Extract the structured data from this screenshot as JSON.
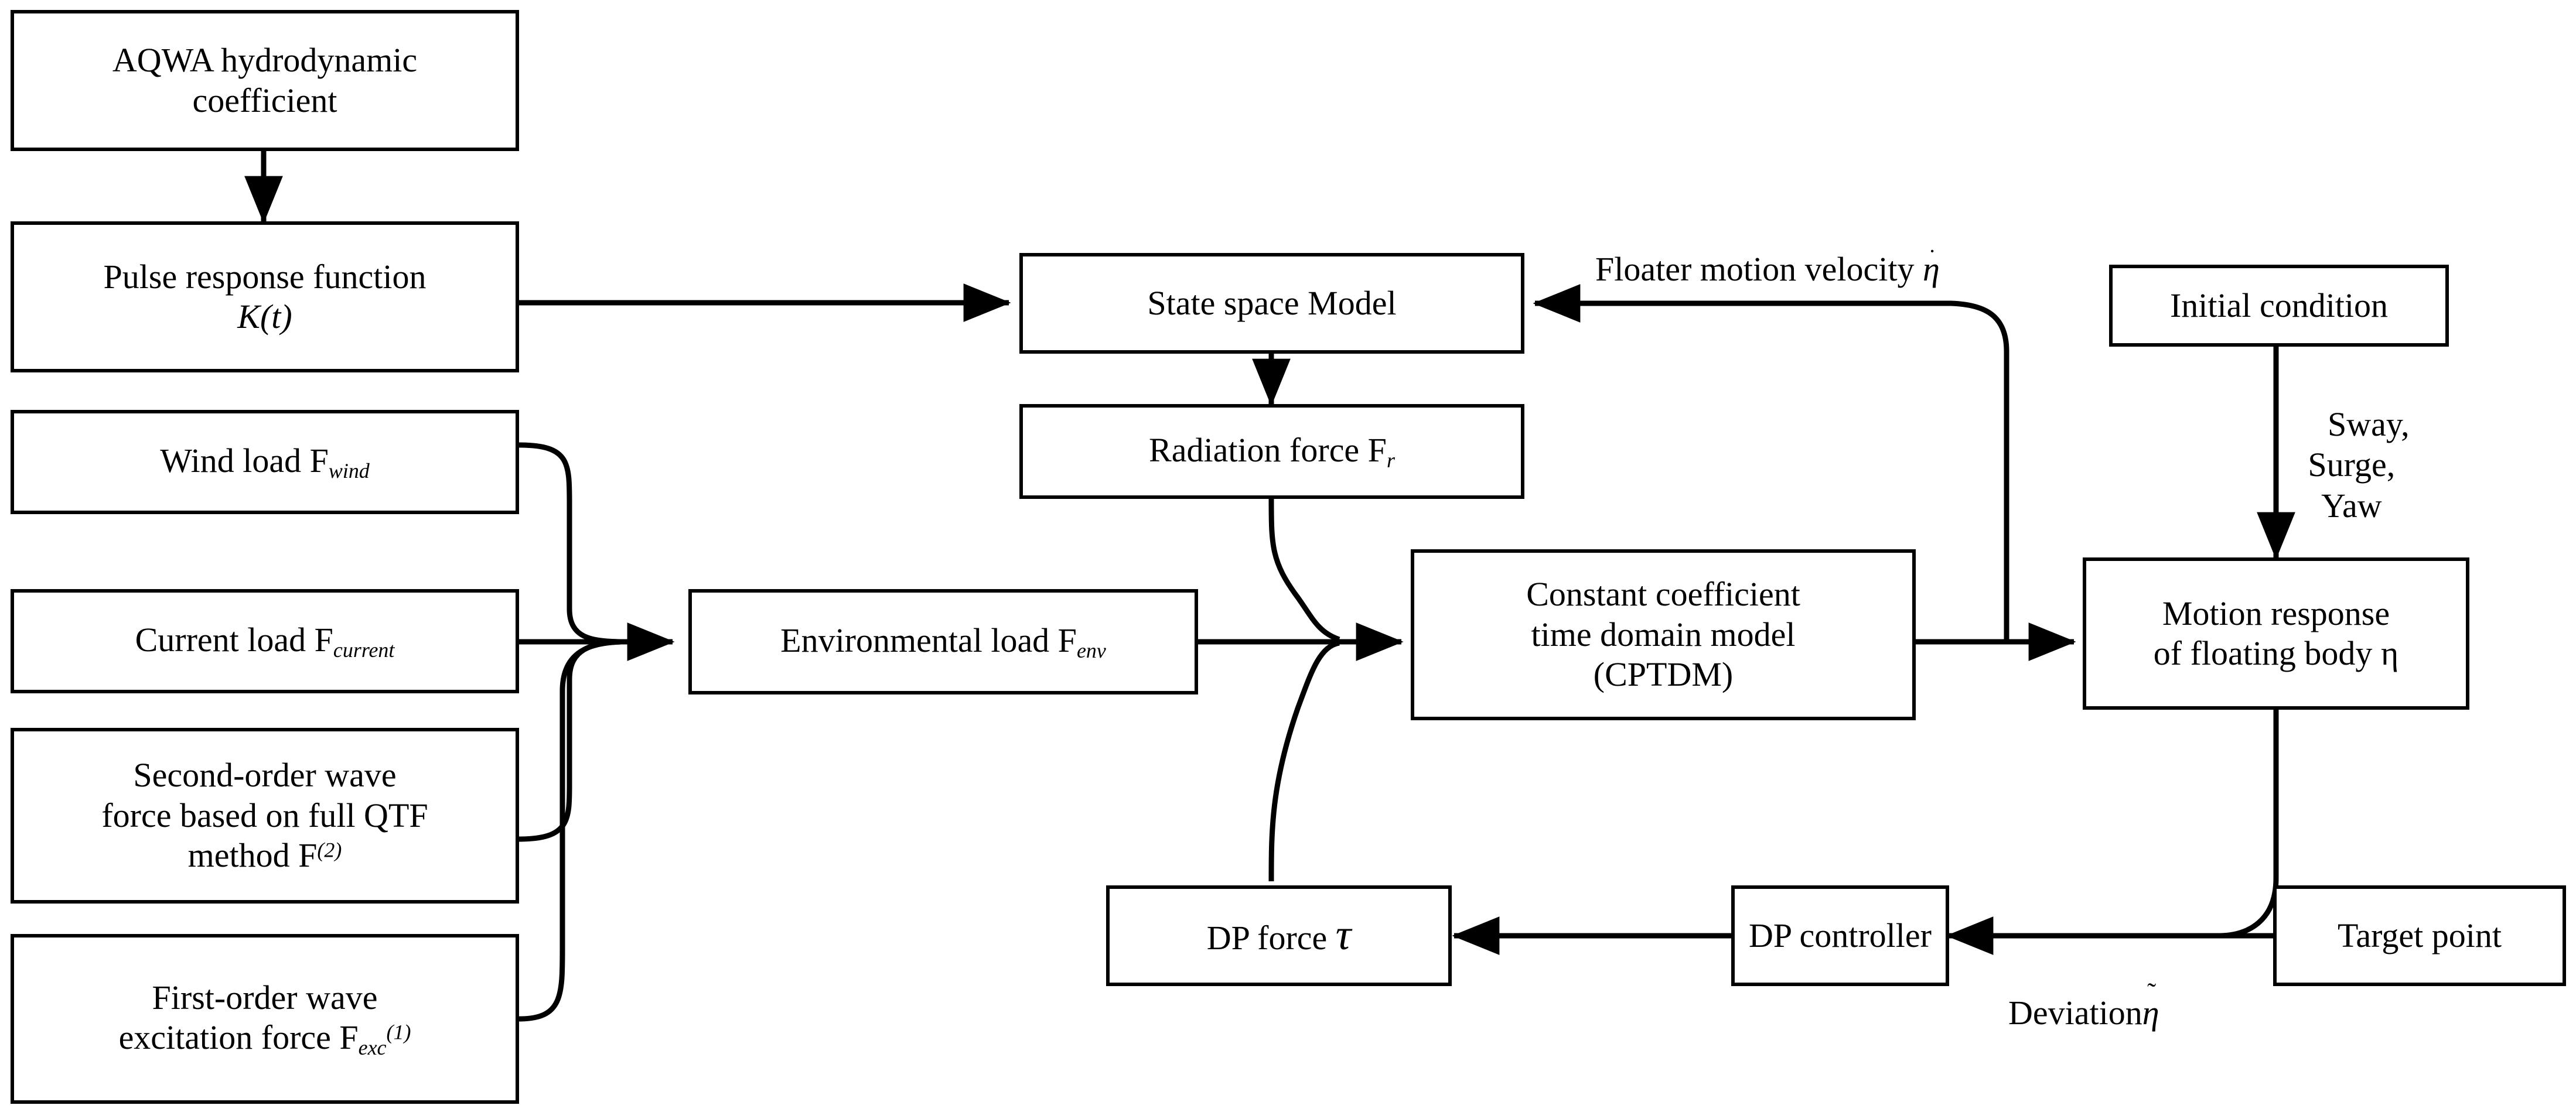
{
  "diagram": {
    "title": "Coupled hydrodynamic time-domain simulation flowchart with DP control loop",
    "colors": {
      "stroke": "#000000",
      "fill": "#ffffff",
      "text": "#000000"
    },
    "nodes": [
      {
        "id": "aqwa",
        "name": "aqwa-hydrodynamic-coefficient-box",
        "lines": [
          "AQWA hydrodynamic",
          "coefficient"
        ]
      },
      {
        "id": "pulse",
        "name": "pulse-response-function-box",
        "lines": [
          "Pulse response function",
          "K(t)"
        ],
        "italic_last": true
      },
      {
        "id": "wind",
        "name": "wind-load-box",
        "text": "Wind load F",
        "sub": "wind"
      },
      {
        "id": "current",
        "name": "current-load-box",
        "text": "Current load F",
        "sub": "current"
      },
      {
        "id": "secondorder",
        "name": "second-order-wave-force-box",
        "lines": [
          "Second-order wave",
          "force based on full QTF",
          "method F"
        ],
        "sup": "(2)"
      },
      {
        "id": "firstorder",
        "name": "first-order-wave-excitation-box",
        "lines": [
          "First-order wave",
          "excitation force F"
        ],
        "sub": "exc",
        "sup": "(1)"
      },
      {
        "id": "env",
        "name": "environmental-load-box",
        "text": "Environmental load F",
        "sub": "env"
      },
      {
        "id": "ssm",
        "name": "state-space-model-box",
        "text": "State space Model"
      },
      {
        "id": "radiation",
        "name": "radiation-force-box",
        "text": "Radiation force F",
        "sub": "r"
      },
      {
        "id": "cptdm",
        "name": "cptdm-box",
        "lines": [
          "Constant coefficient",
          "time domain model",
          "(CPTDM)"
        ]
      },
      {
        "id": "initial",
        "name": "initial-condition-box",
        "text": "Initial condition"
      },
      {
        "id": "motion",
        "name": "motion-response-box",
        "lines": [
          "Motion response",
          "of floating body η"
        ]
      },
      {
        "id": "dpforce",
        "name": "dp-force-box",
        "text": "DP force τ"
      },
      {
        "id": "dpctrl",
        "name": "dp-controller-box",
        "text": "DP controller"
      },
      {
        "id": "target",
        "name": "target-point-box",
        "text": "Target point"
      }
    ],
    "edge_labels": {
      "floater_velocity": "Floater motion velocity η̇",
      "floater_velocity_text": "Floater motion velocity ",
      "sway_surge_yaw": [
        "Sway,",
        "Surge,",
        "Yaw"
      ],
      "deviation": "Deviationη̃",
      "deviation_text": "Deviation"
    },
    "symbols": {
      "eta": "η",
      "eta_dot": "η̇",
      "eta_tilde": "η̃",
      "tau": "τ",
      "K_of_t": "K(t)"
    },
    "edges": [
      {
        "from": "aqwa",
        "to": "pulse",
        "arrow": true
      },
      {
        "from": "pulse",
        "to": "ssm",
        "arrow": true
      },
      {
        "from": "wind",
        "to": "env",
        "arrow": false
      },
      {
        "from": "current",
        "to": "env",
        "arrow": true
      },
      {
        "from": "secondorder",
        "to": "env",
        "arrow": false
      },
      {
        "from": "firstorder",
        "to": "env",
        "arrow": false
      },
      {
        "from": "env",
        "to": "cptdm",
        "arrow": true
      },
      {
        "from": "ssm",
        "to": "radiation",
        "arrow": true
      },
      {
        "from": "radiation",
        "to": "cptdm",
        "arrow": true
      },
      {
        "from": "cptdm",
        "to": "motion",
        "arrow": true
      },
      {
        "from": "motion",
        "to": "ssm",
        "arrow": true,
        "label": "floater_velocity"
      },
      {
        "from": "initial",
        "to": "motion",
        "arrow": true,
        "label": "sway_surge_yaw"
      },
      {
        "from": "motion",
        "to": "dpctrl",
        "arrow": true,
        "label": "deviation"
      },
      {
        "from": "target",
        "to": "dpctrl",
        "arrow": true,
        "label": "deviation"
      },
      {
        "from": "dpctrl",
        "to": "dpforce",
        "arrow": true
      },
      {
        "from": "dpforce",
        "to": "cptdm",
        "arrow": false
      }
    ]
  }
}
